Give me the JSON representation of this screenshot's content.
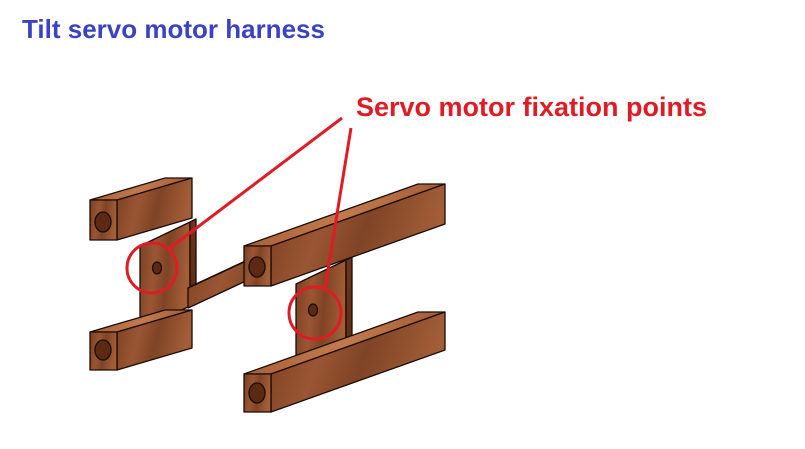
{
  "title": "Tilt servo motor harness",
  "callout": {
    "label": "Servo motor fixation points",
    "count": 2
  },
  "colors": {
    "title": "#3b43c4",
    "callout": "#e01b24",
    "wood_front": "#8a4a2a",
    "wood_top": "#b66a41",
    "wood_side": "#6a3219"
  },
  "parts": [
    {
      "name": "left-harness-part",
      "holes": 3
    },
    {
      "name": "right-harness-part",
      "holes": 3
    }
  ]
}
